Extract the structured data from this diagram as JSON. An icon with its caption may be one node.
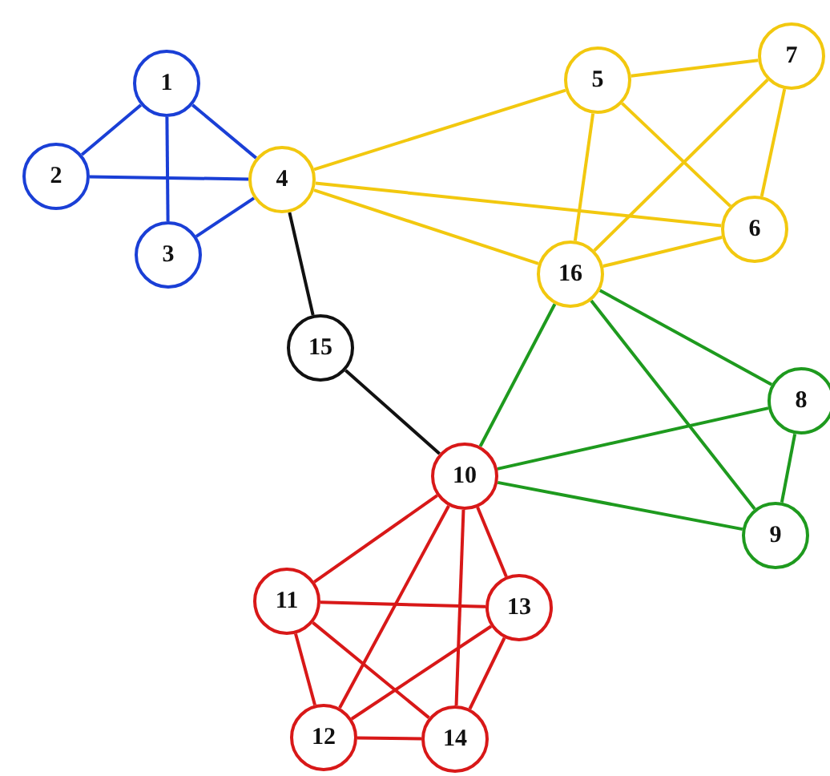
{
  "diagram": {
    "nodes": [
      {
        "text": [
          "1"
        ]
      },
      {
        "text": [
          "2"
        ]
      },
      {
        "text": [
          "3"
        ]
      },
      {
        "text": [
          "4"
        ]
      },
      {
        "text": [
          "5"
        ]
      },
      {
        "text": [
          "6"
        ]
      },
      {
        "text": [
          "7"
        ]
      },
      {
        "text": [
          "8"
        ]
      },
      {
        "text": [
          "9"
        ]
      },
      {
        "text": [
          "10"
        ]
      },
      {
        "text": [
          "11"
        ]
      },
      {
        "text": [
          "12"
        ]
      },
      {
        "text": [
          "13"
        ]
      },
      {
        "text": [
          "14"
        ]
      },
      {
        "text": [
          "15"
        ]
      },
      {
        "text": [
          "16"
        ]
      }
    ],
    "edges": [
      {
        "from": 0,
        "to": 1,
        "arrow": "none",
        "color": "#1a3fd6"
      },
      {
        "from": 0,
        "to": 2,
        "arrow": "none",
        "color": "#1a3fd6"
      },
      {
        "from": 0,
        "to": 3,
        "arrow": "none",
        "color": "#1a3fd6"
      },
      {
        "from": 1,
        "to": 3,
        "arrow": "none",
        "color": "#1a3fd6"
      },
      {
        "from": 2,
        "to": 3,
        "arrow": "none",
        "color": "#1a3fd6"
      },
      {
        "from": 3,
        "to": 4,
        "arrow": "none",
        "color": "#f2c80f"
      },
      {
        "from": 3,
        "to": 5,
        "arrow": "none",
        "color": "#f2c80f"
      },
      {
        "from": 3,
        "to": 15,
        "arrow": "none",
        "color": "#f2c80f"
      },
      {
        "from": 4,
        "to": 6,
        "arrow": "none",
        "color": "#f2c80f"
      },
      {
        "from": 4,
        "to": 15,
        "arrow": "none",
        "color": "#f2c80f"
      },
      {
        "from": 4,
        "to": 5,
        "arrow": "none",
        "color": "#f2c80f"
      },
      {
        "from": 6,
        "to": 15,
        "arrow": "none",
        "color": "#f2c80f"
      },
      {
        "from": 6,
        "to": 5,
        "arrow": "none",
        "color": "#f2c80f"
      },
      {
        "from": 15,
        "to": 5,
        "arrow": "none",
        "color": "#f2c80f"
      },
      {
        "from": 3,
        "to": 14,
        "arrow": "none",
        "color": "#111111"
      },
      {
        "from": 14,
        "to": 9,
        "arrow": "none",
        "color": "#111111"
      },
      {
        "from": 15,
        "to": 9,
        "arrow": "none",
        "color": "#1e9a1e"
      },
      {
        "from": 15,
        "to": 7,
        "arrow": "none",
        "color": "#1e9a1e"
      },
      {
        "from": 15,
        "to": 8,
        "arrow": "none",
        "color": "#1e9a1e"
      },
      {
        "from": 9,
        "to": 7,
        "arrow": "none",
        "color": "#1e9a1e"
      },
      {
        "from": 9,
        "to": 8,
        "arrow": "none",
        "color": "#1e9a1e"
      },
      {
        "from": 7,
        "to": 8,
        "arrow": "none",
        "color": "#1e9a1e"
      },
      {
        "from": 9,
        "to": 10,
        "arrow": "none"
      },
      {
        "from": 9,
        "to": 11,
        "arrow": "none"
      },
      {
        "from": 9,
        "to": 12,
        "arrow": "none"
      },
      {
        "from": 9,
        "to": 13,
        "arrow": "none"
      },
      {
        "from": 10,
        "to": 12,
        "arrow": "none"
      },
      {
        "from": 10,
        "to": 11,
        "arrow": "none"
      },
      {
        "from": 10,
        "to": 13,
        "arrow": "none"
      },
      {
        "from": 12,
        "to": 11,
        "arrow": "none"
      },
      {
        "from": 12,
        "to": 13,
        "arrow": "none"
      },
      {
        "from": 11,
        "to": 13,
        "arrow": "none"
      }
    ]
  }
}
